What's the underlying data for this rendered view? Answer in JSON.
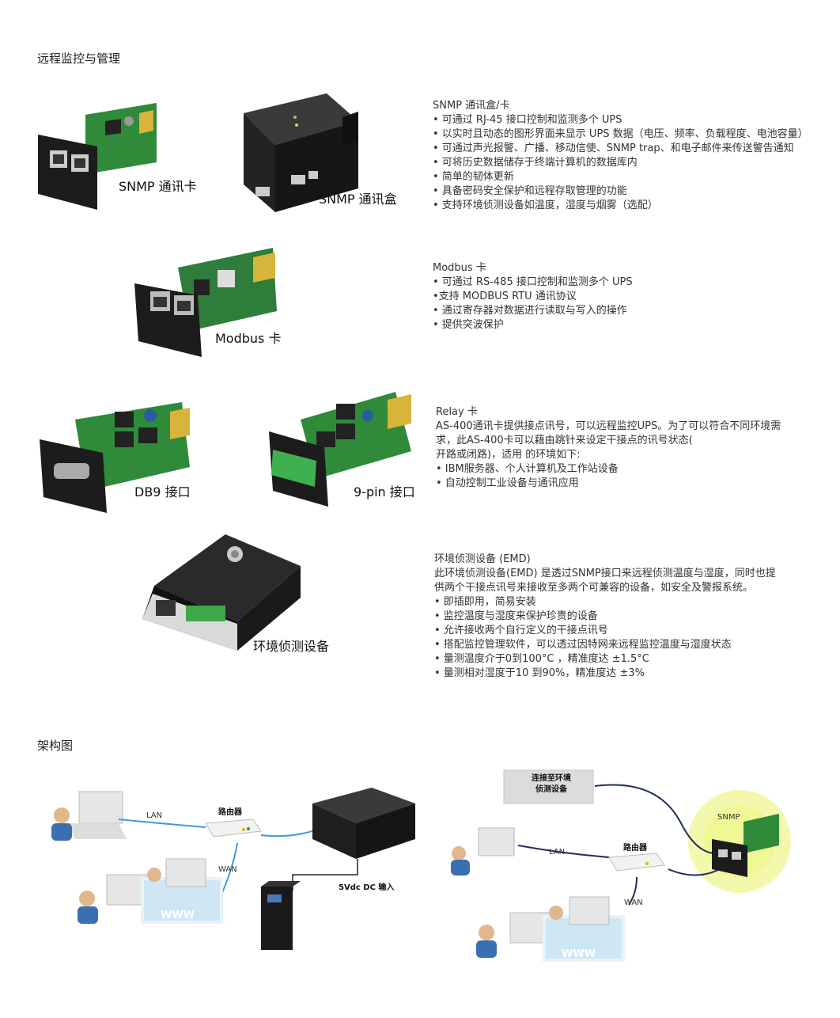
{
  "section_remote": {
    "title": "远程监控与管理"
  },
  "snmp": {
    "card_label": "SNMP 通讯卡",
    "box_label": "SNMP 通讯盒",
    "title": "SNMP 通讯盒/卡",
    "bullets": [
      "• 可通过 RJ-45 接口控制和监测多个 UPS",
      "• 以实时且动态的图形界面来显示 UPS 数据（电压、频率、负载程度、电池容量）",
      "• 可通过声光报警、广播、移动信使、SNMP trap、和电子邮件来传送警告通知",
      "• 可将历史数据储存于终端计算机的数据库内",
      "• 简单的韧体更新",
      "• 具备密码安全保护和远程存取管理的功能",
      "• 支持环境侦测设备如温度，湿度与烟雾（选配）"
    ]
  },
  "modbus": {
    "card_label": "Modbus 卡",
    "title": "Modbus 卡",
    "bullets": [
      "• 可通过 RS-485 接口控制和监测多个 UPS",
      "•支持 MODBUS RTU 通讯协议",
      "• 通过寄存器对数据进行读取与写入的操作",
      "• 提供突波保护"
    ]
  },
  "relay": {
    "db9_label": "DB9 接口",
    "pin9_label": "9-pin 接口",
    "title": "Relay 卡",
    "lines": [
      "AS-400通讯卡提供接点讯号，可以远程监控UPS。为了可以符合不同环境需",
      "求，此AS-400卡可以藉由跳针来设定干接点的讯号状态(",
      "开路或闭路)，适用 的环境如下:",
      "• IBM服务器、个人计算机及工作站设备",
      "• 自动控制工业设备与通讯应用"
    ]
  },
  "emd": {
    "device_label": "环境侦测设备",
    "title": "环境侦测设备 (EMD)",
    "lines": [
      "此环境侦测设备(EMD) 是透过SNMP接口来远程侦测温度与湿度，同时也提",
      "供两个干接点讯号来接收至多两个可兼容的设备，如安全及警报系统。",
      "• 即插即用，简易安装",
      "• 监控温度与湿度来保护珍贵的设备",
      "• 允许接收两个自行定义的干接点讯号",
      "• 搭配监控管理软件，可以透过因特网来远程监控温度与湿度状态",
      "• 量测温度介于0到100°C ，精准度达 ±1.5°C",
      "• 量测相对湿度于10 到90%，精准度达 ±3%"
    ]
  },
  "section_arch": {
    "title": "架构图"
  },
  "diagram_left": {
    "lan": "LAN",
    "wan": "WAN",
    "router": "路由器",
    "power": "5Vdc DC 输入",
    "www": "WWW"
  },
  "diagram_right": {
    "lan": "LAN",
    "wan": "WAN",
    "router": "路由器",
    "snmp": "SNMP",
    "env_box": "连接至环境\n侦测设备",
    "www": "WWW"
  }
}
